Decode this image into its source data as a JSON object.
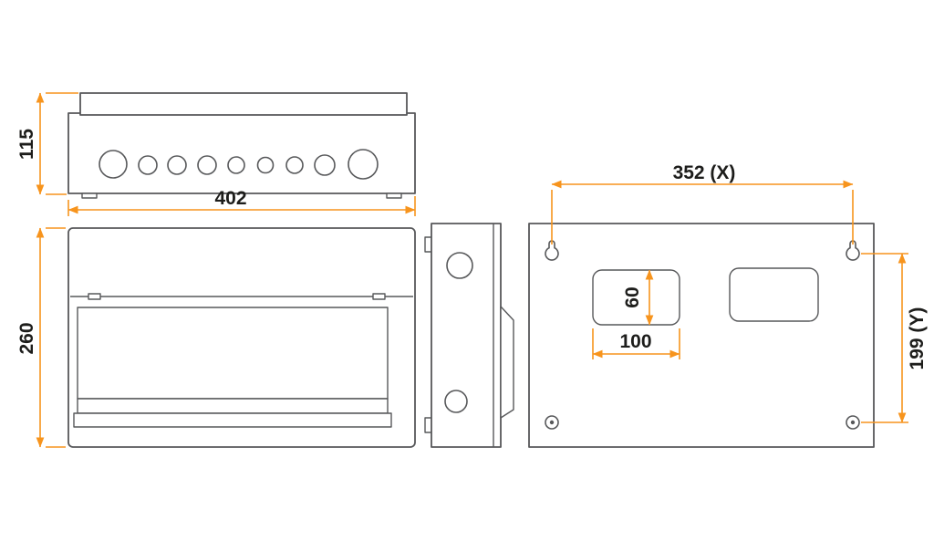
{
  "colors": {
    "background": "#ffffff",
    "outline": "#57585a",
    "dimension_accent": "#f7941d",
    "label_text": "#1d1d1b"
  },
  "labels": {
    "top_height": "115",
    "top_width": "402",
    "front_height": "260",
    "mount_x": "352 (X)",
    "mount_y": "199 (Y)",
    "cutout_height": "60",
    "cutout_width": "100"
  }
}
